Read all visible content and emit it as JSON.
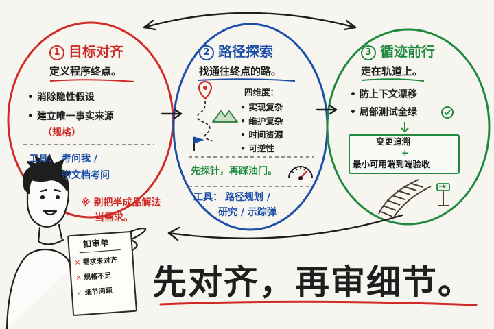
{
  "colors": {
    "red": "#d02a26",
    "blue": "#1d4fa8",
    "green": "#1f8a3e",
    "ink": "#1e1e1e"
  },
  "step1": {
    "number": "1",
    "title": "目标对齐",
    "subtitle": "定义程序终点。",
    "items": [
      "消除隐性假设",
      "建立唯一事实来源",
      "（规格）"
    ],
    "tools_label": "工具：",
    "tools": [
      "考问我 /",
      "带文档考问"
    ]
  },
  "step2": {
    "number": "2",
    "title": "路径探索",
    "subtitle": "找通往终点的路。",
    "dims_title": "四维度：",
    "dims": [
      "实现复杂",
      "维护复杂",
      "时间资源",
      "可逆性"
    ],
    "motto": "先探针，再踩油门。",
    "tools_label": "工具：",
    "tools": [
      "路径规划 /",
      "研究 / 示踪弹"
    ]
  },
  "step3": {
    "number": "3",
    "title": "循迹前行",
    "subtitle": "走在轨道上。",
    "items": [
      "防上下文漂移",
      "局部测试全绿"
    ],
    "box": [
      "变更追溯",
      "+",
      "最小可用端到端验收"
    ]
  },
  "warning": [
    "※ 别把半成品解法",
    "当需求。"
  ],
  "memo": {
    "title": "扣审单",
    "items": [
      {
        "mark": "x",
        "label": "需求未对齐"
      },
      {
        "mark": "x",
        "label": "规格不足"
      },
      {
        "mark": "check",
        "label": "细节问题"
      }
    ]
  },
  "slogan": "先对齐，再审细节。",
  "icons": [
    "location-pin-icon",
    "mountain-icon",
    "flag-icon",
    "speed-gauge-icon",
    "check-circle-icon",
    "railroad-track-icon",
    "signpost-icon",
    "hand-pointer-icon"
  ]
}
